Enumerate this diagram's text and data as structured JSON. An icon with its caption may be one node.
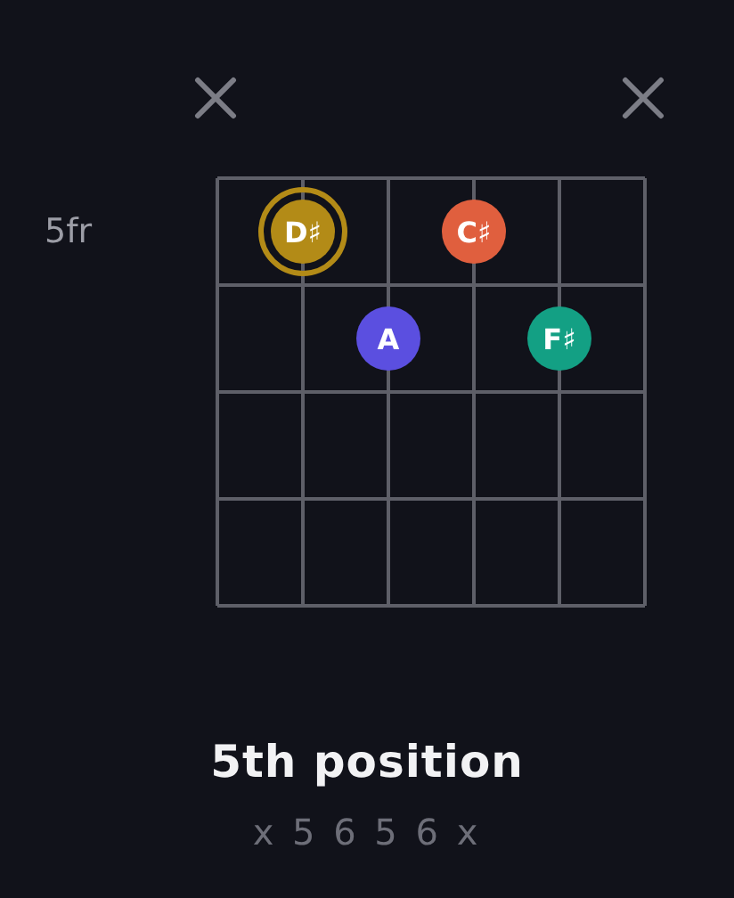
{
  "diagram": {
    "title": "5th position",
    "caption": "x 5 6 5 6 x",
    "nodes": [
      {
        "text": [
          "D♯"
        ]
      },
      {
        "text": [
          "C♯"
        ]
      },
      {
        "text": [
          "A"
        ]
      },
      {
        "text": [
          "F♯"
        ]
      }
    ],
    "labels": [
      "5fr"
    ]
  }
}
